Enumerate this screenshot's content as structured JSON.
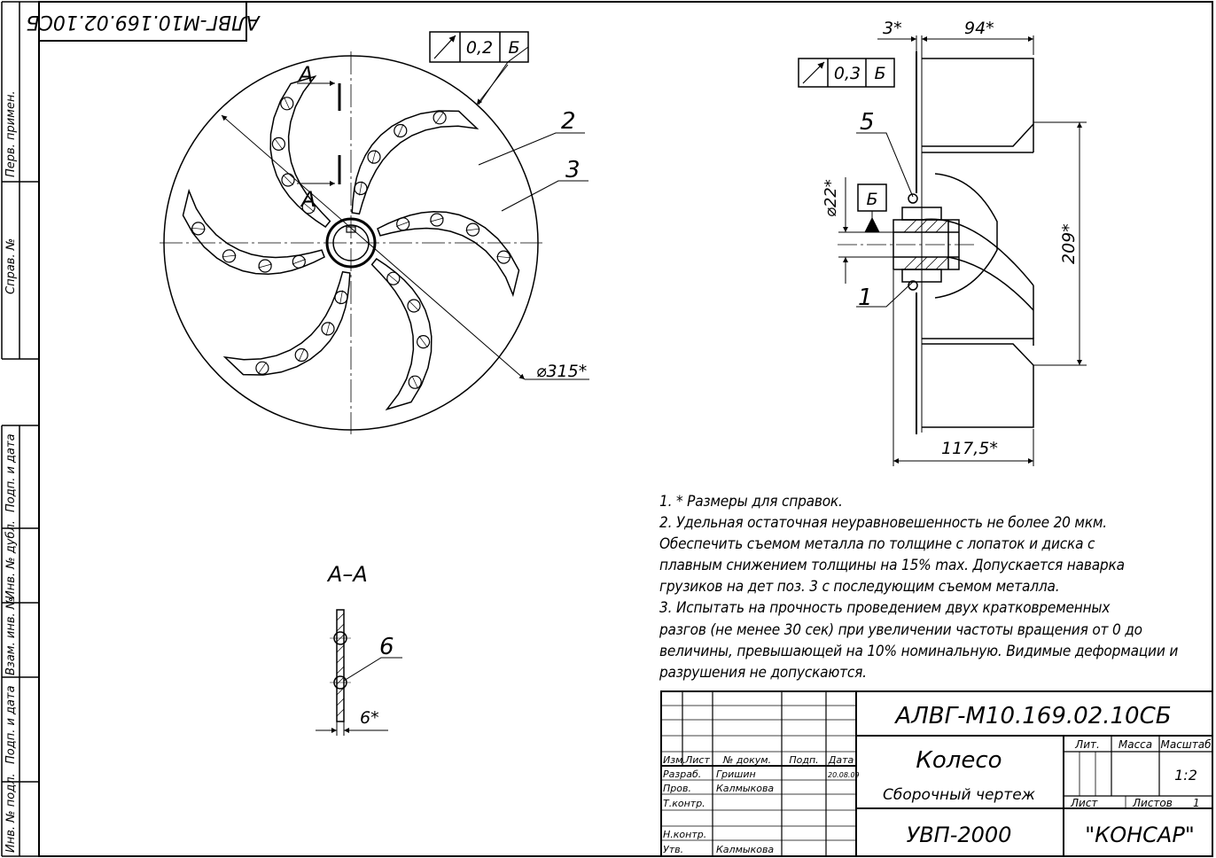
{
  "stamp": {
    "designation": "АЛВГ-М10.169.02.10СБ",
    "name": "Колесо",
    "doc_type": "Сборочный чертеж",
    "product": "УВП-2000",
    "company": "\"КОНСАР\"",
    "hdr_lit": "Лит.",
    "hdr_mass": "Масса",
    "hdr_scale": "Масштаб",
    "scale": "1:2",
    "sheet": "Лист",
    "sheets": "Листов",
    "sheets_count": "1",
    "col_izm": "Изм.",
    "col_list": "Лист",
    "col_doc": "№ докум.",
    "col_sign": "Подп.",
    "col_date": "Дата",
    "razrab": "Разраб.",
    "razrab_name": "Гришин",
    "razrab_date": "20.08.09",
    "prov": "Пров.",
    "prov_name": "Калмыкова",
    "tkontr": "Т.контр.",
    "nkontr": "Н.контр.",
    "utv": "Утв.",
    "utv_name": "Калмыкова"
  },
  "rotated_code": "АЛВГ-М10.169.02.10СБ",
  "side_labels": [
    "Перв. примен.",
    "Справ. №",
    "Подп. и дата",
    "Инв. № дубл.",
    "Взам. инв. №",
    "Подп. и дата",
    "Инв. № подл."
  ],
  "front_view": {
    "tol_value": "0,2",
    "tol_datum": "Б",
    "leader_2": "2",
    "leader_3": "3",
    "section_mark_1": "А",
    "section_mark_2": "А",
    "dia": "⌀315*"
  },
  "side_view": {
    "dim_3": "3*",
    "dim_94": "94*",
    "tol_value": "0,3",
    "tol_datum": "Б",
    "leader_5": "5",
    "leader_1": "1",
    "dia22": "⌀22*",
    "datum": "Б",
    "dim_209": "209*",
    "dim_117": "117,5*"
  },
  "section": {
    "title": "А–А",
    "leader_6": "6",
    "dim_6": "6*"
  },
  "notes": [
    "1.  * Размеры для справок.",
    "2. Удельная остаточная неуравновешенность не более 20 мкм.",
    "Обеспечить съемом металла по толщине с лопаток и диска с",
    "плавным снижением толщины на 15% max. Допускается наварка",
    "грузиков на  дет поз. 3 с последующим съемом металла.",
    "3.  Испытать на прочность проведением двух кратковременных",
    "разгов (не менее 30 сек) при увеличении частоты вращения от 0 до",
    "величины, превышающей на 10% номинальную. Видимые деформации и",
    "разрушения не допускаются."
  ]
}
